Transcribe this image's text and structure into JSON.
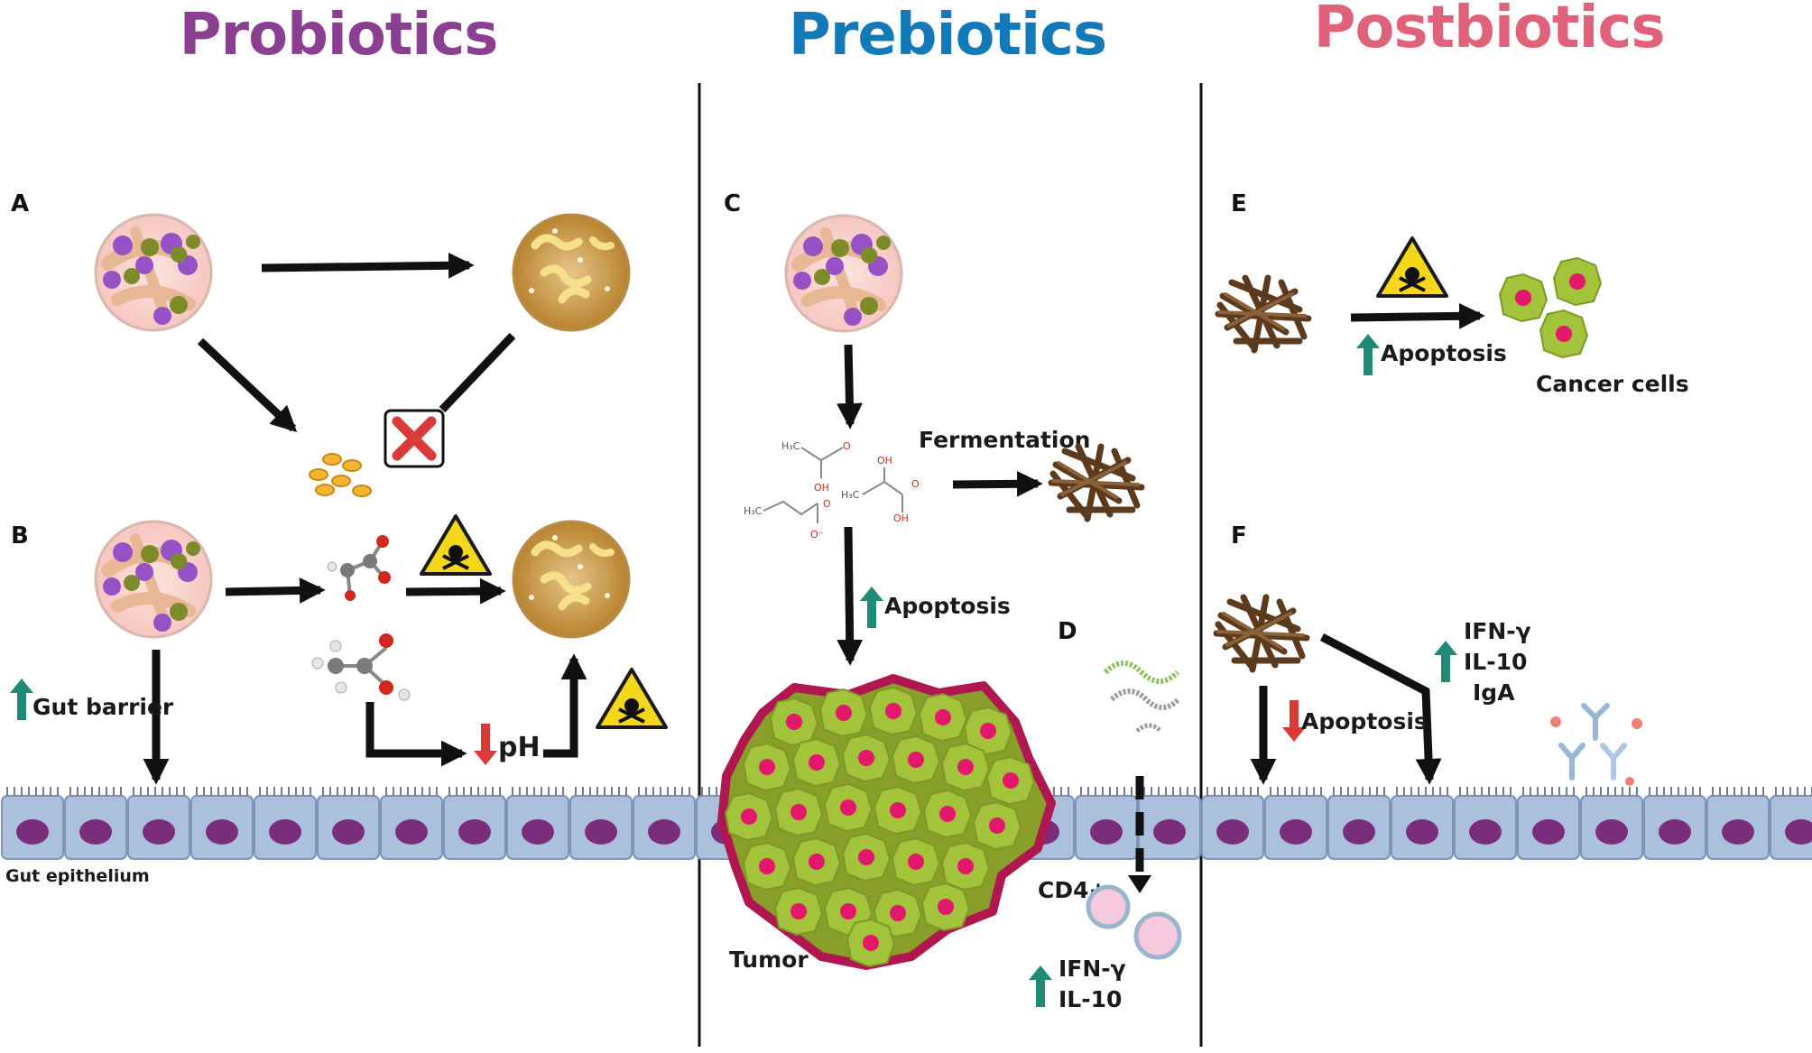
{
  "titles": {
    "probiotics": "Probiotics",
    "prebiotics": "Prebiotics",
    "postbiotics": "Postbiotics"
  },
  "panels": {
    "a": "A",
    "b": "B",
    "c": "C",
    "d": "D",
    "e": "E",
    "f": "F"
  },
  "labels": {
    "gut_barrier": "Gut barrier",
    "ph": "pH",
    "gut_epithelium": "Gut epithelium",
    "fermentation": "Fermentation",
    "apoptosis_c": "Apoptosis",
    "tumor": "Tumor",
    "cd4": "CD4+",
    "ifn_d": "IFN-γ",
    "il10_d": "IL-10",
    "apoptosis_e": "Apoptosis",
    "cancer_cells": "Cancer cells",
    "apoptosis_f": "Apoptosis",
    "ifn_f": "IFN-γ",
    "il10_f": "IL-10",
    "iga": "IgA"
  },
  "chemistry": {
    "acetate_h3c": "H₃C",
    "acetate_o": "O",
    "acetate_oh": "OH",
    "lactate_h3c": "H₃C",
    "lactate_oh1": "OH",
    "lactate_o": "O",
    "lactate_oh2": "OH",
    "butyrate_h3c": "H₃C",
    "butyrate_o": "O",
    "butyrate_ominus": "O⁻"
  },
  "colors": {
    "probiotics_title": "#8b3f91",
    "prebiotics_title": "#1479b8",
    "postbiotics_title": "#e0627a",
    "up_arrow": "#1f8a76",
    "down_arrow": "#d93b3b",
    "epithelium_cell": "#aac0dc",
    "nucleus": "#7a2d7d",
    "tumor_cell": "#a3c43a",
    "tumor_nucleus": "#e3176b",
    "warning": "#f4d71b"
  },
  "icons": {
    "cross": "x-mark-icon",
    "hazard": "toxic-warning-icon",
    "up": "up-arrow-icon",
    "down": "down-arrow-icon"
  }
}
